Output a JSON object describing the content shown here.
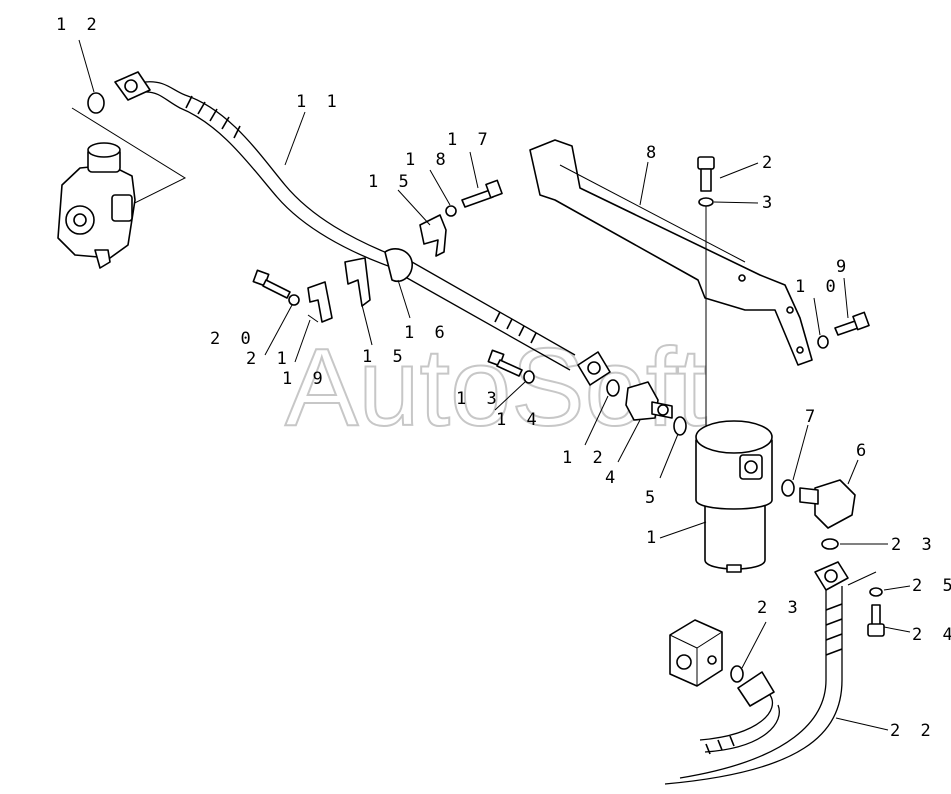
{
  "watermark": "AutoSoft",
  "callouts": [
    {
      "id": "c12a",
      "text": "1 2"
    },
    {
      "id": "c11",
      "text": "1 1"
    },
    {
      "id": "c17",
      "text": "1 7"
    },
    {
      "id": "c18",
      "text": "1 8"
    },
    {
      "id": "c15a",
      "text": "1 5"
    },
    {
      "id": "c8",
      "text": "8"
    },
    {
      "id": "c2",
      "text": "2"
    },
    {
      "id": "c3",
      "text": "3"
    },
    {
      "id": "c9",
      "text": "9"
    },
    {
      "id": "c10",
      "text": "1 0"
    },
    {
      "id": "c20",
      "text": "2 0"
    },
    {
      "id": "c21",
      "text": "2 1"
    },
    {
      "id": "c19",
      "text": "1 9"
    },
    {
      "id": "c16",
      "text": "1 6"
    },
    {
      "id": "c15b",
      "text": "1 5"
    },
    {
      "id": "c13",
      "text": "1 3"
    },
    {
      "id": "c14",
      "text": "1 4"
    },
    {
      "id": "c12b",
      "text": "1 2"
    },
    {
      "id": "c4",
      "text": "4"
    },
    {
      "id": "c5",
      "text": "5"
    },
    {
      "id": "c7",
      "text": "7"
    },
    {
      "id": "c6",
      "text": "6"
    },
    {
      "id": "c1",
      "text": "1"
    },
    {
      "id": "c23a",
      "text": "2 3"
    },
    {
      "id": "c25",
      "text": "2 5"
    },
    {
      "id": "c24",
      "text": "2 4"
    },
    {
      "id": "c23b",
      "text": "2 3"
    },
    {
      "id": "c22",
      "text": "2 2"
    }
  ]
}
